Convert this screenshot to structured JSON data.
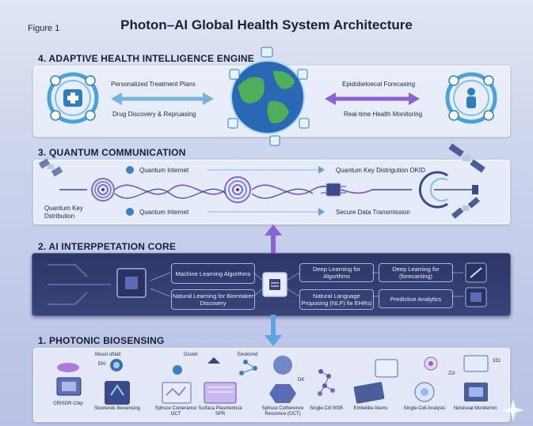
{
  "figure_label": "Figure 1",
  "title": "Photon–AI Global Health System Architecture",
  "sections": {
    "engine": {
      "title": "4. ADAPTIVE HEALTH INTELLIGENCE ENGINE",
      "left_top": "Personalized Treatment Plans",
      "left_bottom": "Drug Discovery & Repruasing",
      "right_top": "Epidobeloecal Forecasing",
      "right_bottom": "Real-time Health Monitoring"
    },
    "quantum": {
      "title": "3. QUANTUM COMMUNICATION",
      "internet_top": "Quantum Internet",
      "internet_bottom": "Quantum Internet",
      "qkd_right": "Quantum Key Distrigution OKID",
      "secure": "Secure Data Transmission",
      "qkd_left_line1": "Quantum Key",
      "qkd_left_line2": "Dstribution"
    },
    "ai_core": {
      "title": "2. AI INTERPPETATION CORE",
      "box1": "Machine Learning Algorthms",
      "box2": "Natural Learning for Biomtaker Discovery",
      "box3": "Deep Learning for Algorthms",
      "box4": "Natural Language Proposing (NLP) fw EHRs)",
      "box5": "Deep Leaming for (forecanting)",
      "box6": "Predictive Analytics"
    },
    "biosensing": {
      "title": "1. PHOTONIC BIOSENSING",
      "top_labels": [
        "Mssot ofdalt",
        "EKI",
        "Dostet",
        "Eeolonnd",
        "DK",
        "331",
        "Z2r"
      ],
      "items": [
        "CRISDR-Chip",
        "Stootendc Biosensing",
        "Sphsce Conterance OCT",
        "Surfaca Plasmerince SPR",
        "Sphsce Cotherence Resoonce (OCT)",
        "Single-Cill 0095",
        "Embellite Atoms",
        "Single-Cell Analysis",
        "Nolstsoal Moniternin"
      ]
    }
  },
  "colors": {
    "background": "#c9d1ec",
    "dark_panel": "#333b6d",
    "accent_purple": "#8a63d2",
    "accent_blue": "#5aa6e0"
  }
}
